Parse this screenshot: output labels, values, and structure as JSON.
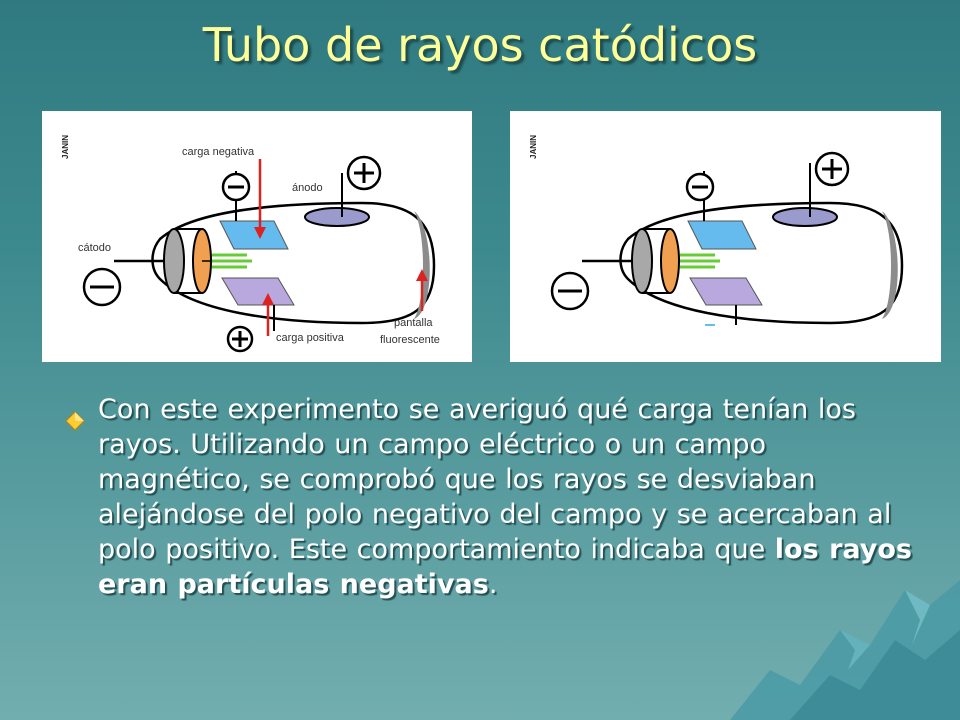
{
  "slide": {
    "title": "Tubo de rayos catódicos"
  },
  "diagram_left": {
    "credit": "JANIN",
    "labels": {
      "carga_negativa": "carga negativa",
      "anodo": "ánodo",
      "catodo": "cátodo",
      "pantalla_line1": "pantalla",
      "pantalla_line2": "fluorescente",
      "carga_positiva": "carga positiva"
    }
  },
  "diagram_right": {
    "credit": "JANIN"
  },
  "body": {
    "text_regular": "Con este experimento se averiguó qué carga tenían los rayos. Utilizando un campo eléctrico o un campo magnético, se comprobó que los rayos se desviaban alejándose del polo negativo del campo y se acercaban al polo positivo. Este comportamiento indicaba que ",
    "text_bold": "los rayos eran partículas negativas",
    "text_end": "."
  },
  "colors": {
    "title": "#ffff99",
    "body_text": "#ffffff",
    "bullet": "#ffcc33",
    "background": "#3d8a8e"
  }
}
